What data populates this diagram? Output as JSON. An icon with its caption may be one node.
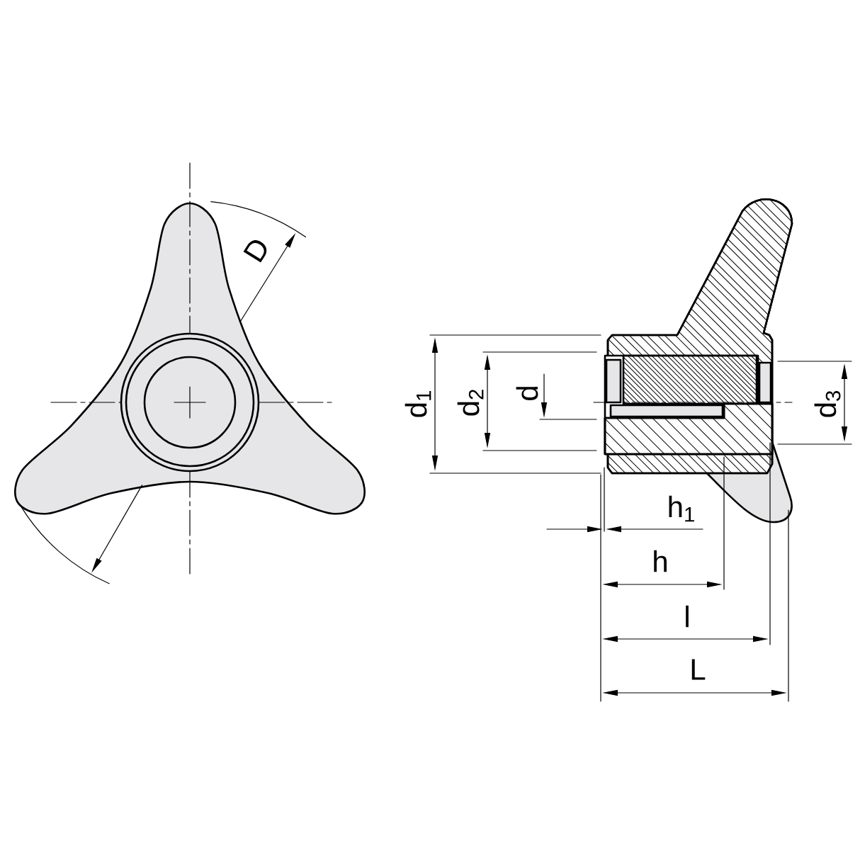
{
  "diagram": {
    "labels": [
      "D",
      "d$_{1}$",
      "d$_{2}$",
      "d",
      "d$_{3}$",
      "h$_{1}$",
      "h",
      "l",
      "L"
    ]
  }
}
